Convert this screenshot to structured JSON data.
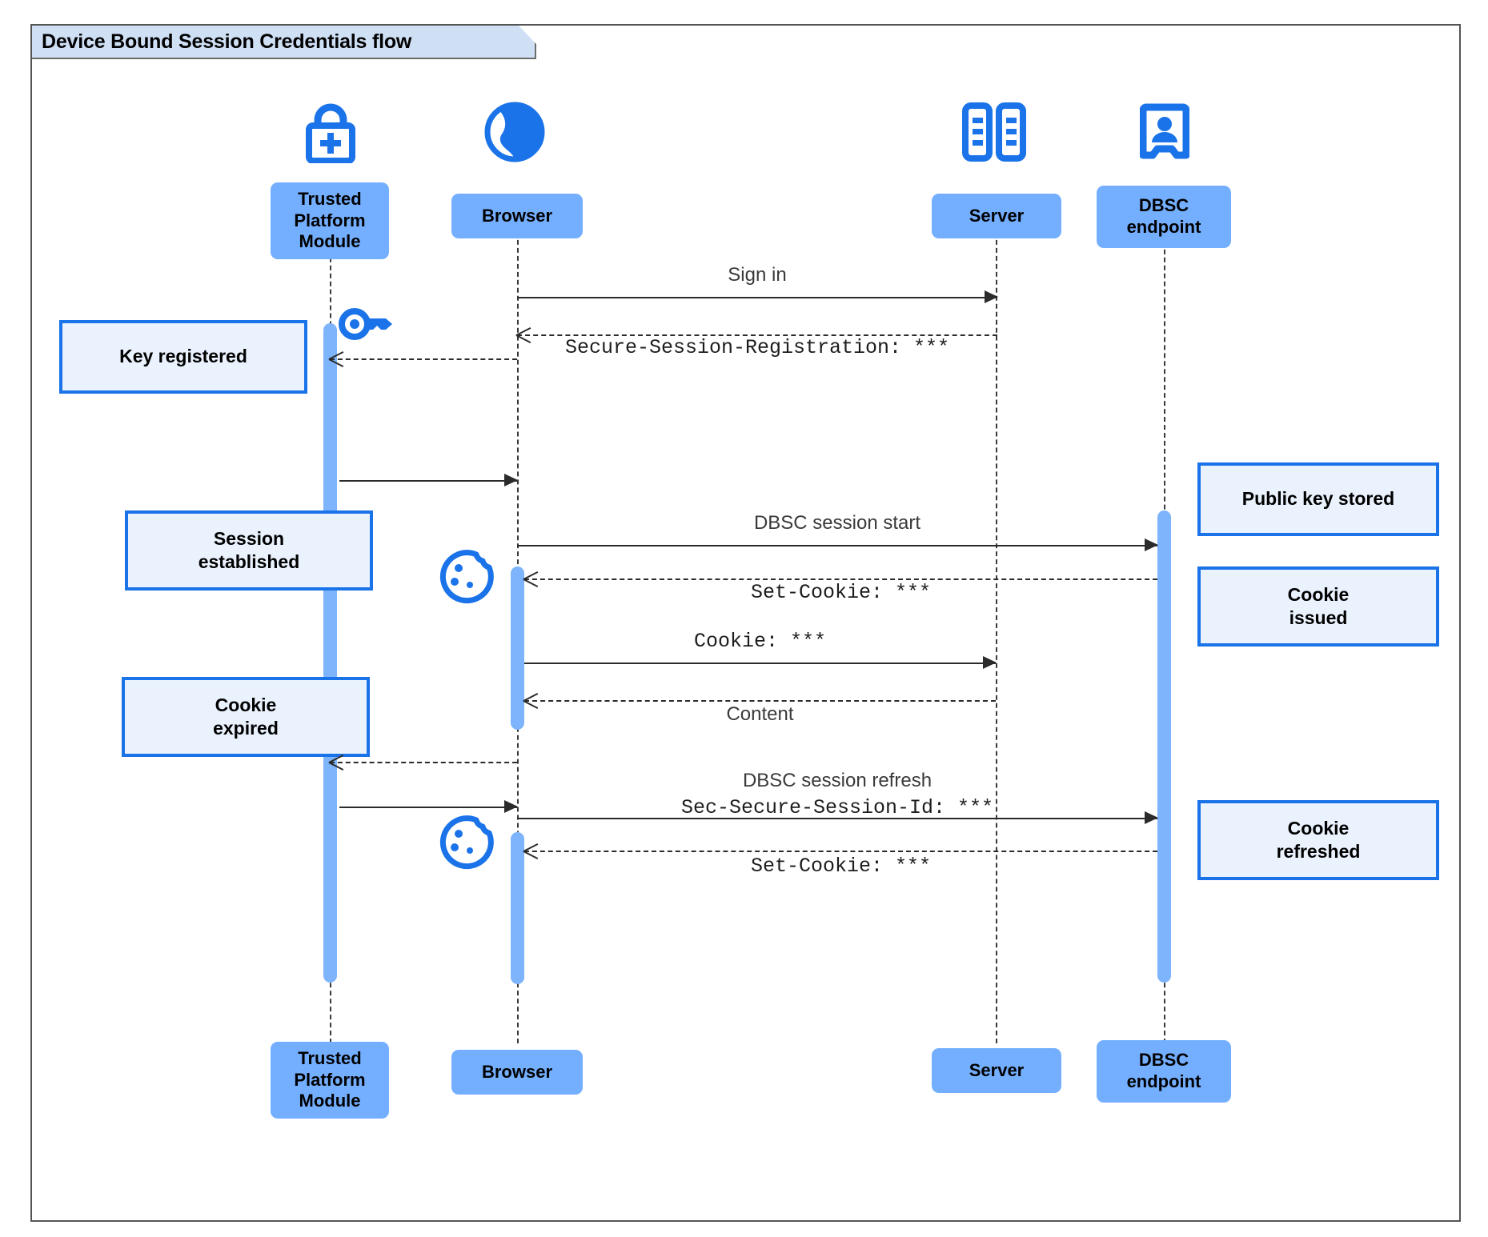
{
  "diagram": {
    "title": "Device Bound Session Credentials flow",
    "type": "sequence-diagram",
    "colors": {
      "participant_fill": "#74AFFF",
      "note_fill": "#EAF2FD",
      "note_border": "#1A73E8",
      "activation_fill": "#7DB4FB",
      "icon_blue": "#1A73E8",
      "title_fill": "#CFE0F5",
      "frame_border": "#555555"
    }
  },
  "participants": [
    {
      "id": "tpm",
      "label": "Trusted\nPlatform\nModule",
      "label_line1": "Trusted",
      "label_line2": "Platform",
      "label_line3": "Module",
      "icon": "padlock-plus-icon"
    },
    {
      "id": "browser",
      "label": "Browser",
      "icon": "globe-icon"
    },
    {
      "id": "server",
      "label": "Server",
      "icon": "server-racks-icon"
    },
    {
      "id": "dbsc",
      "label": "DBSC\nendpoint",
      "label_line1": "DBSC",
      "label_line2": "endpoint",
      "icon": "id-badge-icon"
    }
  ],
  "messages": [
    {
      "id": "m1",
      "from": "browser",
      "to": "server",
      "label": "Sign in",
      "style": "solid",
      "font": "sans"
    },
    {
      "id": "m2",
      "from": "server",
      "to": "browser",
      "label": "Secure-Session-Registration: ***",
      "style": "dashed",
      "font": "mono"
    },
    {
      "id": "m3",
      "from": "browser",
      "to": "tpm",
      "label": "",
      "style": "dashed",
      "font": "mono"
    },
    {
      "id": "m4",
      "from": "tpm",
      "to": "browser",
      "label": "",
      "style": "solid",
      "font": "sans"
    },
    {
      "id": "m5",
      "from": "browser",
      "to": "dbsc",
      "label": "DBSC session start",
      "style": "solid",
      "font": "sans"
    },
    {
      "id": "m6",
      "from": "dbsc",
      "to": "browser",
      "label": "Set-Cookie: ***",
      "style": "dashed",
      "font": "mono"
    },
    {
      "id": "m7",
      "from": "browser",
      "to": "server",
      "label": "Cookie: ***",
      "style": "solid",
      "font": "mono"
    },
    {
      "id": "m8",
      "from": "server",
      "to": "browser",
      "label": "Content",
      "style": "dashed",
      "font": "sans"
    },
    {
      "id": "m9",
      "from": "browser",
      "to": "tpm",
      "label": "",
      "style": "dashed",
      "font": "sans"
    },
    {
      "id": "m10",
      "from": "tpm",
      "to": "browser",
      "label": "",
      "style": "solid",
      "font": "sans"
    },
    {
      "id": "m11",
      "from": "browser",
      "to": "dbsc",
      "label_line1": "DBSC session refresh",
      "label_line2": "Sec-Secure-Session-Id: ***",
      "style": "solid",
      "font": "mixed"
    },
    {
      "id": "m12",
      "from": "dbsc",
      "to": "browser",
      "label": "Set-Cookie: ***",
      "style": "dashed",
      "font": "mono"
    }
  ],
  "notes": [
    {
      "id": "n1",
      "side": "left",
      "target": "tpm",
      "text": "Key registered",
      "line1": "Key registered"
    },
    {
      "id": "n2",
      "side": "left",
      "target": "tpm",
      "text": "Session established",
      "line1": "Session",
      "line2": "established"
    },
    {
      "id": "n3",
      "side": "left",
      "target": "tpm",
      "text": "Cookie expired",
      "line1": "Cookie",
      "line2": "expired"
    },
    {
      "id": "n4",
      "side": "right",
      "target": "dbsc",
      "text": "Public key stored",
      "line1": "Public key stored"
    },
    {
      "id": "n5",
      "side": "right",
      "target": "dbsc",
      "text": "Cookie issued",
      "line1": "Cookie",
      "line2": "issued"
    },
    {
      "id": "n6",
      "side": "right",
      "target": "dbsc",
      "text": "Cookie refreshed",
      "line1": "Cookie",
      "line2": "refreshed"
    }
  ],
  "inline_icons": [
    {
      "id": "key1",
      "name": "key-icon",
      "near": "tpm"
    },
    {
      "id": "cookie1",
      "name": "cookie-icon",
      "near": "browser"
    },
    {
      "id": "cookie2",
      "name": "cookie-icon",
      "near": "browser"
    }
  ],
  "footer_participants": [
    {
      "id": "tpm",
      "label_line1": "Trusted",
      "label_line2": "Platform",
      "label_line3": "Module"
    },
    {
      "id": "browser",
      "label": "Browser"
    },
    {
      "id": "server",
      "label": "Server"
    },
    {
      "id": "dbsc",
      "label_line1": "DBSC",
      "label_line2": "endpoint"
    }
  ]
}
